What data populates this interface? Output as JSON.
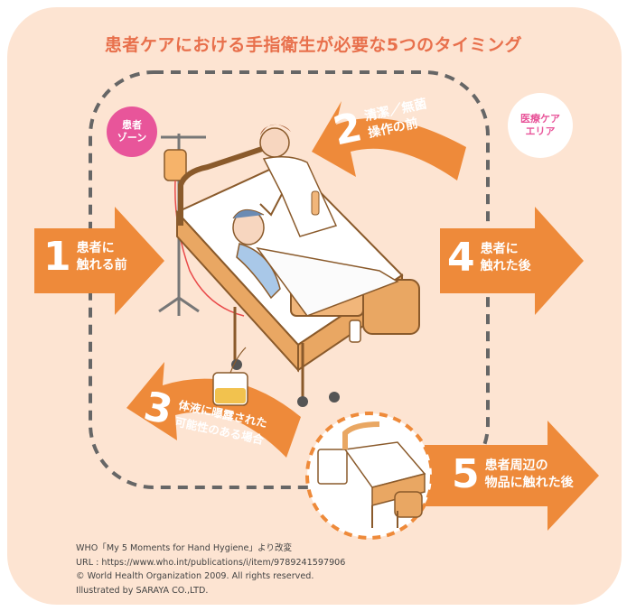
{
  "title": "患者ケアにおける手指衛生が必要な5つのタイミング",
  "zones": {
    "patient": [
      "患者",
      "ゾーン"
    ],
    "care": [
      "医療ケア",
      "エリア"
    ]
  },
  "moments": [
    {
      "number": "1",
      "lines": [
        "患者に",
        "触れる前"
      ]
    },
    {
      "number": "2",
      "lines": [
        "清潔／無菌",
        "操作の前"
      ]
    },
    {
      "number": "3",
      "lines": [
        "体液に曝露された",
        "可能性のある場合"
      ]
    },
    {
      "number": "4",
      "lines": [
        "患者に",
        "触れた後"
      ]
    },
    {
      "number": "5",
      "lines": [
        "患者周辺の",
        "物品に触れた後"
      ]
    }
  ],
  "credits": [
    "WHO「My 5 Moments for Hand Hygiene」より改変",
    "URL : https://www.who.int/publications/i/item/9789241597906",
    "© World Health Organization 2009. All rights reserved.",
    "Illustrated by SARAYA CO.,LTD."
  ],
  "colors": {
    "background": "#fde4d2",
    "accent": "#ee8a3a",
    "title": "#e8704c",
    "patient_zone": "#e8559a",
    "dashed_line": "#666666"
  }
}
